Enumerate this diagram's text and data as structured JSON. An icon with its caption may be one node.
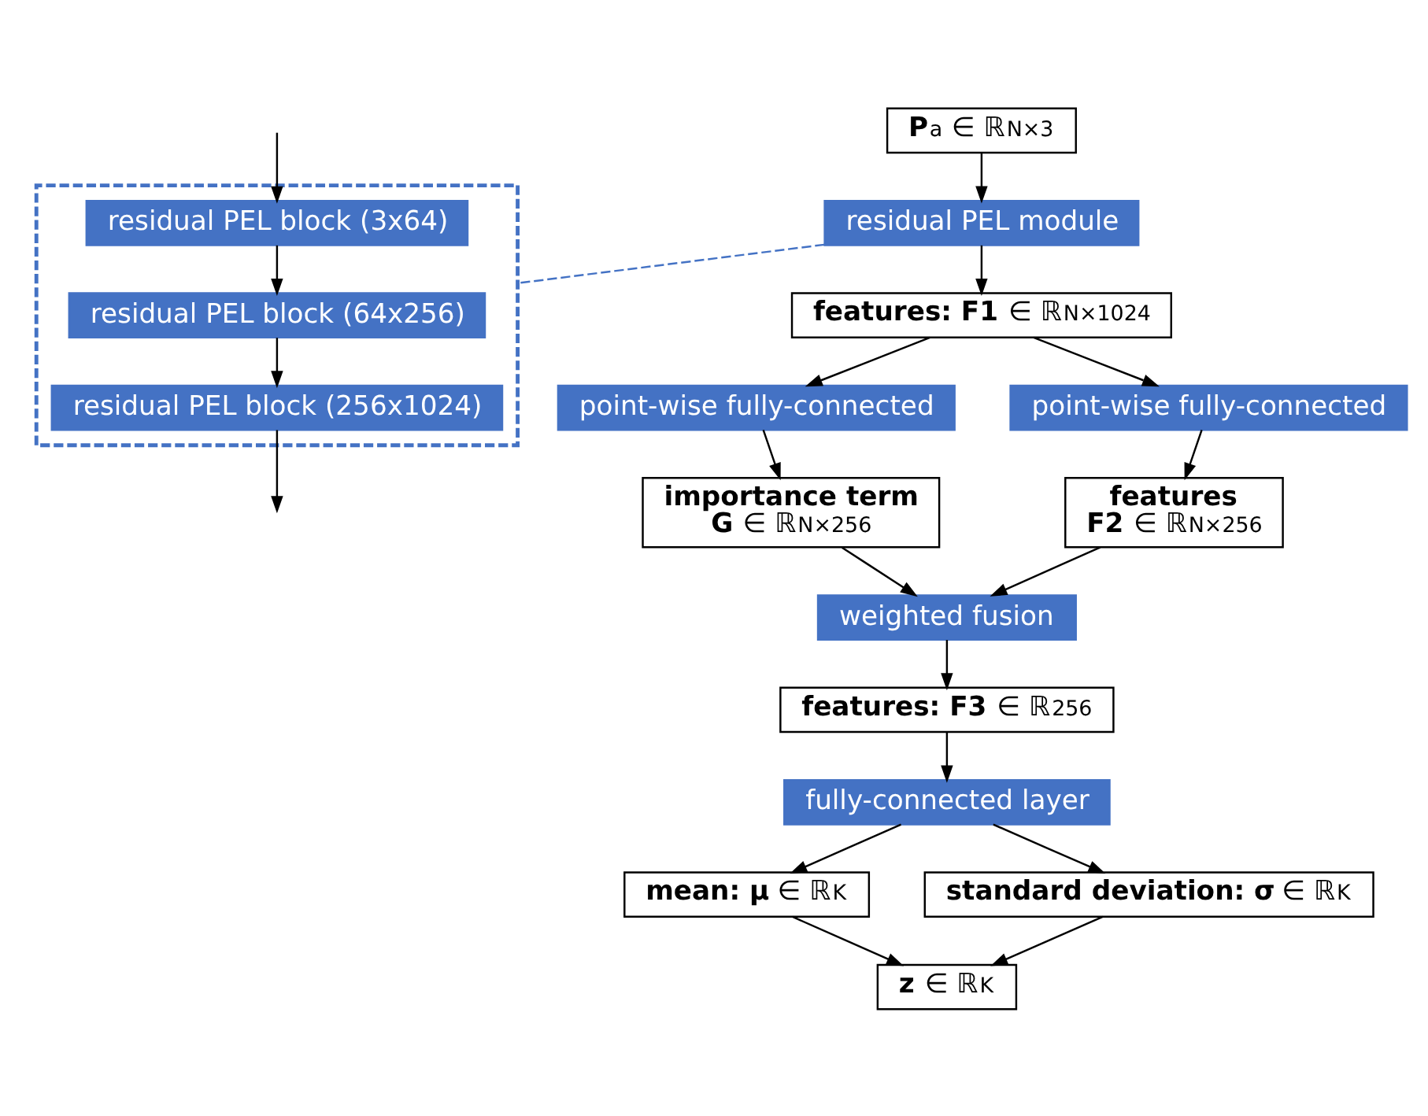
{
  "diagram": {
    "nodes": [
      {
        "text": [
          "**P**$^{a}$ ∈ ℝ$^{N×3}$"
        ]
      },
      {
        "text": [
          "residual PEL module"
        ]
      },
      {
        "text": [
          "**features: F1** ∈ ℝ$^{N×1024}$"
        ]
      },
      {
        "text": [],
        "shape": "box"
      },
      {
        "text": [
          "residual PEL block (3x64)"
        ],
        "in": 3
      },
      {
        "text": [
          "residual PEL block (64x256)"
        ],
        "in": 3
      },
      {
        "text": [
          "residual PEL block (256x1024)"
        ],
        "in": 3
      },
      {
        "text": [
          "point-wise fully-connected"
        ]
      },
      {
        "text": [
          "point-wise fully-connected"
        ]
      },
      {
        "text": [
          "**importance term**",
          "**G** ∈ ℝ$^{N×256}$"
        ]
      },
      {
        "text": [
          "**features**",
          "**F2** ∈ ℝ$^{N×256}$"
        ]
      },
      {
        "text": [
          "weighted fusion"
        ]
      },
      {
        "text": [
          "**features: F3** ∈ ℝ$^{256}$"
        ]
      },
      {
        "text": [
          "fully-connected layer"
        ]
      },
      {
        "text": [
          "**mean: μ** ∈ ℝ$^{K}$"
        ]
      },
      {
        "text": [
          "**standard deviation: σ** ∈ ℝ$^{K}$"
        ]
      },
      {
        "text": [
          "**z** ∈ ℝ$^{K}$"
        ]
      }
    ],
    "edges": [
      {
        "from": 0,
        "to": 1,
        "arrow": "to"
      },
      {
        "from": 1,
        "to": 2,
        "arrow": "to"
      },
      {
        "from": 1,
        "to": 3,
        "arrow": "none",
        "style": "dashed",
        "color": "#4472c4"
      },
      {
        "from": null,
        "to": 4,
        "arrow": "to"
      },
      {
        "from": 4,
        "to": 5,
        "arrow": "to"
      },
      {
        "from": 5,
        "to": 6,
        "arrow": "to"
      },
      {
        "from": 6,
        "to": null,
        "arrow": "to"
      },
      {
        "from": 2,
        "to": 7,
        "arrow": "to"
      },
      {
        "from": 2,
        "to": 8,
        "arrow": "to"
      },
      {
        "from": 7,
        "to": 9,
        "arrow": "to"
      },
      {
        "from": 8,
        "to": 10,
        "arrow": "to"
      },
      {
        "from": 9,
        "to": 11,
        "arrow": "to"
      },
      {
        "from": 10,
        "to": 11,
        "arrow": "to"
      },
      {
        "from": 11,
        "to": 12,
        "arrow": "to"
      },
      {
        "from": 12,
        "to": 13,
        "arrow": "to"
      },
      {
        "from": 13,
        "to": 14,
        "arrow": "to"
      },
      {
        "from": 13,
        "to": 15,
        "arrow": "to"
      },
      {
        "from": 14,
        "to": 16,
        "arrow": "to"
      },
      {
        "from": 15,
        "to": 16,
        "arrow": "to"
      }
    ]
  }
}
